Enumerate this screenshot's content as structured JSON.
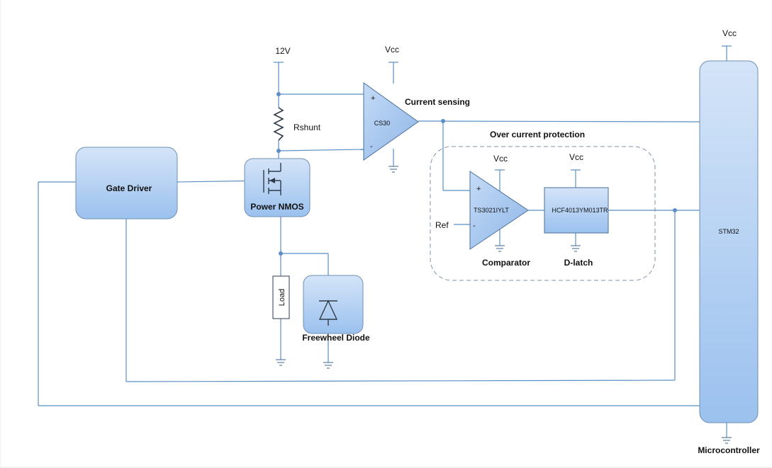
{
  "colors": {
    "wire": "#5b8ec4",
    "block_top": "#cfe0f7",
    "block_bottom": "#99c0ee",
    "block_stroke": "#6f8fb5",
    "dashed_border": "#7f93a8"
  },
  "labels": {
    "supply_12v": "12V",
    "vcc_cs30": "Vcc",
    "vcc_comparator": "Vcc",
    "vcc_dlatch": "Vcc",
    "vcc_stm32": "Vcc",
    "rshunt": "Rshunt",
    "current_sensing": "Current sensing",
    "over_current_protection": "Over current protection",
    "ref": "Ref",
    "comparator": "Comparator",
    "dlatch": "D-latch",
    "microcontroller": "Microcontroller"
  },
  "blocks": {
    "gate_driver": "Gate Driver",
    "power_nmos": "Power NMOS",
    "freewheel_diode": "Freewheel Diode",
    "load": "Load",
    "cs30": "CS30",
    "ts3021": "TS3021IYLT",
    "hcf4013": "HCF4013YM013TR",
    "stm32": "STM32"
  },
  "pins": {
    "cs30_plus": "+",
    "cs30_minus": "-",
    "cmp_plus": "+",
    "cmp_minus": "-"
  },
  "icons": [
    "ground-icon",
    "resistor-icon",
    "mosfet-icon",
    "diode-icon",
    "opamp-icon"
  ]
}
